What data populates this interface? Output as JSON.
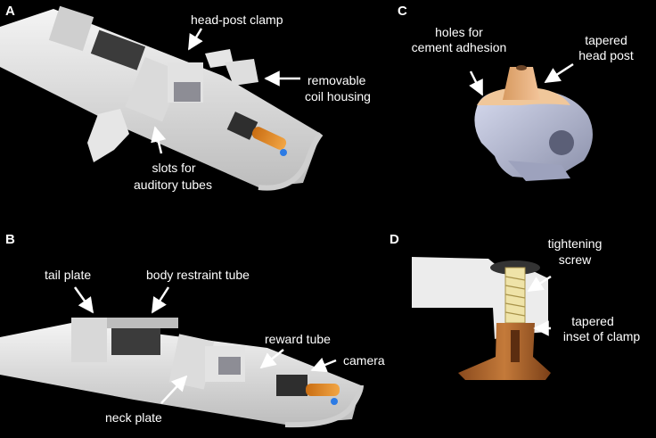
{
  "panels": {
    "a": {
      "letter": "A",
      "labels": {
        "head_post_clamp": "head-post clamp",
        "removable_coil_line1": "removable",
        "removable_coil_line2": "coil  housing",
        "slots_line1": "slots for",
        "slots_line2": "auditory tubes"
      }
    },
    "b": {
      "letter": "B",
      "labels": {
        "tail_plate": "tail plate",
        "body_restraint_tube": "body restraint tube",
        "reward_tube": "reward tube",
        "camera": "camera",
        "neck_plate": "neck plate"
      }
    },
    "c": {
      "letter": "C",
      "labels": {
        "holes_line1": "holes for",
        "holes_line2": "cement adhesion",
        "tapered_line1": "tapered",
        "tapered_line2": "head post"
      }
    },
    "d": {
      "letter": "D",
      "labels": {
        "tightening_line1": "tightening",
        "tightening_line2": "screw",
        "inset_line1": "tapered",
        "inset_line2": "inset of clamp"
      }
    }
  },
  "colors": {
    "background": "#000000",
    "label_text": "#ffffff",
    "device_white": "#e9e9e9",
    "copper_post": "#b5662a",
    "orange_tube": "#e08a1f",
    "skull": "#b9bfd9"
  }
}
